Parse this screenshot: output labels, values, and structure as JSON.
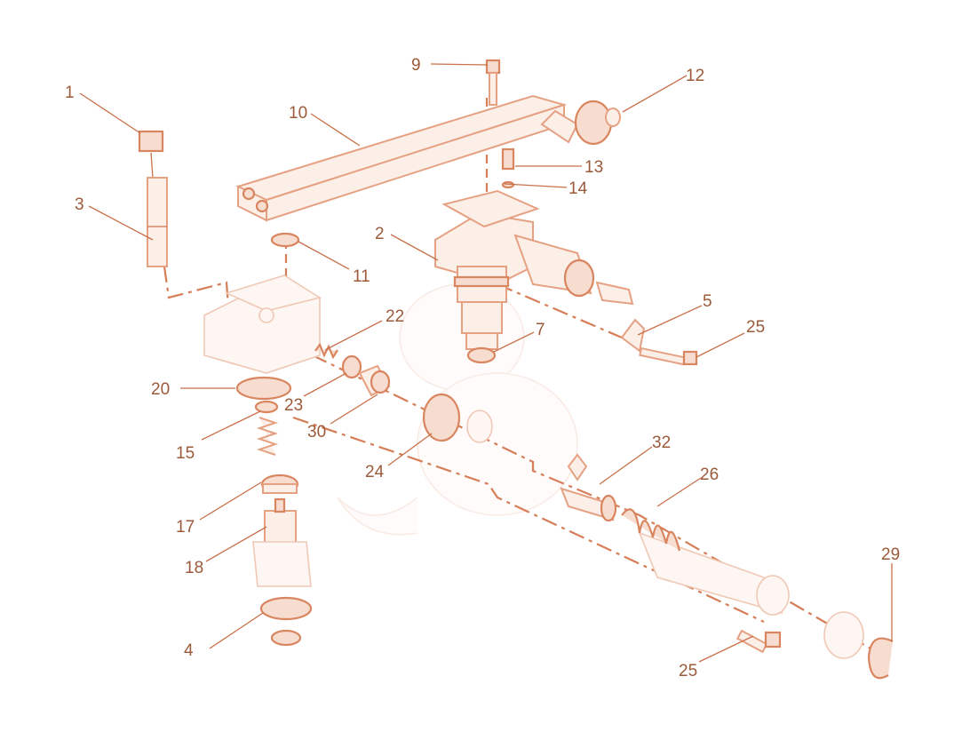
{
  "colors": {
    "label_text": "#9b5a3a",
    "leader_line": "#c8714a",
    "part_stroke": "#e6a183",
    "part_fill": "#fbefe8",
    "background": "#ffffff"
  },
  "callouts": [
    {
      "id": "c1",
      "text": "1"
    },
    {
      "id": "c2",
      "text": "2"
    },
    {
      "id": "c3",
      "text": "3"
    },
    {
      "id": "c4",
      "text": "4"
    },
    {
      "id": "c5",
      "text": "5"
    },
    {
      "id": "c7",
      "text": "7"
    },
    {
      "id": "c9",
      "text": "9"
    },
    {
      "id": "c10",
      "text": "10"
    },
    {
      "id": "c11",
      "text": "11"
    },
    {
      "id": "c12",
      "text": "12"
    },
    {
      "id": "c13",
      "text": "13"
    },
    {
      "id": "c14",
      "text": "14"
    },
    {
      "id": "c15",
      "text": "15"
    },
    {
      "id": "c17",
      "text": "17"
    },
    {
      "id": "c18",
      "text": "18"
    },
    {
      "id": "c20",
      "text": "20"
    },
    {
      "id": "c22",
      "text": "22"
    },
    {
      "id": "c23",
      "text": "23"
    },
    {
      "id": "c24",
      "text": "24"
    },
    {
      "id": "c25a",
      "text": "25"
    },
    {
      "id": "c25b",
      "text": "25"
    },
    {
      "id": "c26",
      "text": "26"
    },
    {
      "id": "c29",
      "text": "29"
    },
    {
      "id": "c30",
      "text": "30"
    },
    {
      "id": "c32",
      "text": "32"
    }
  ]
}
